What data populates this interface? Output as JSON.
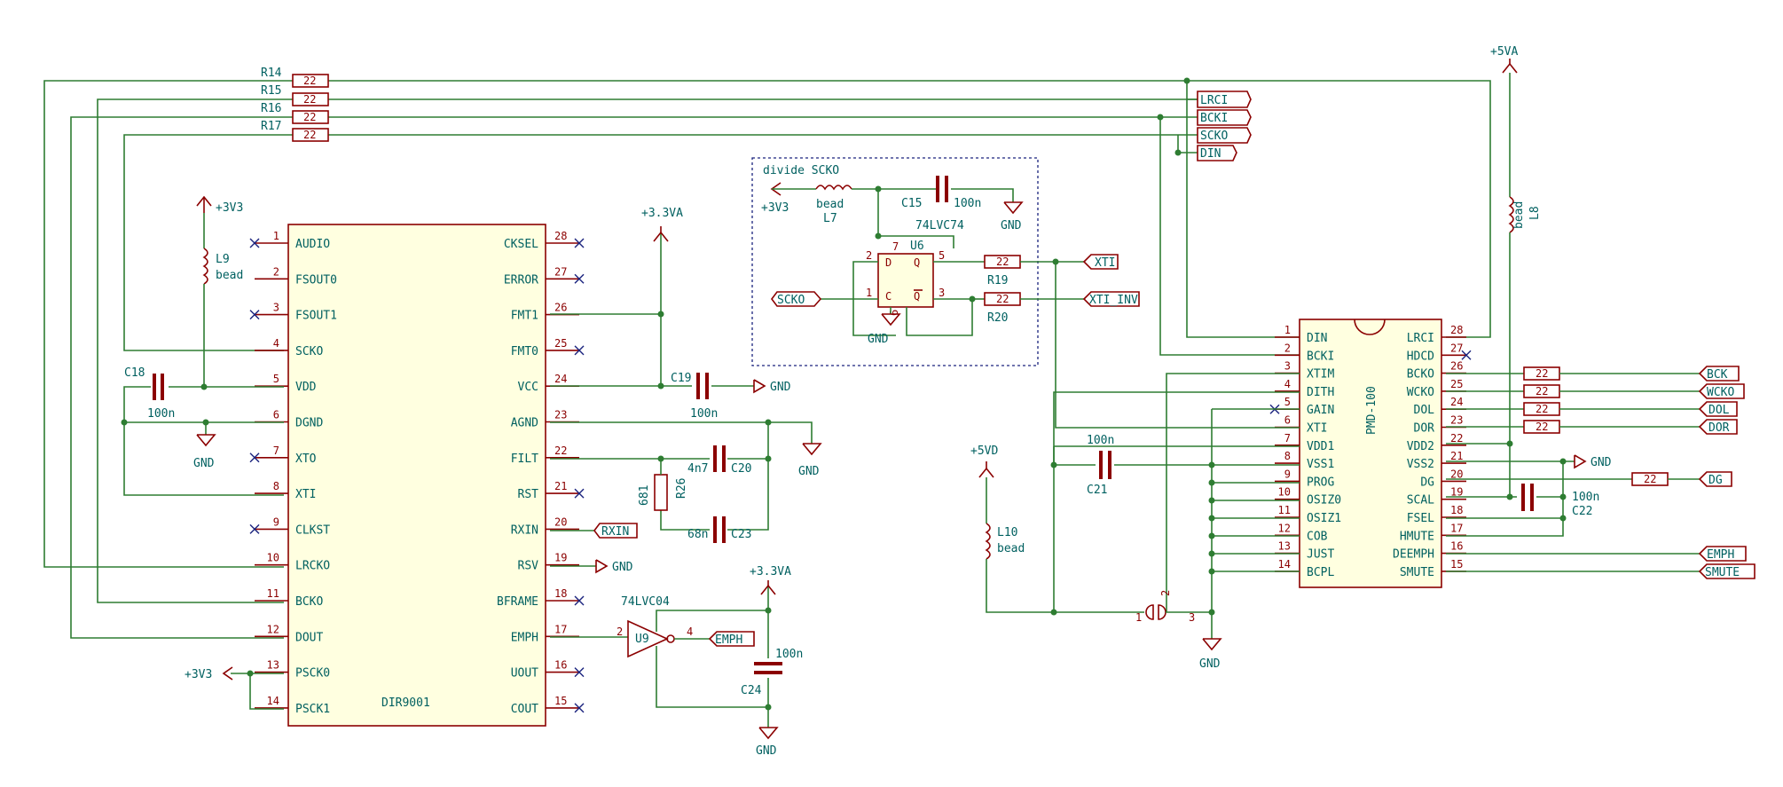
{
  "colors": {
    "wire": "#2e7d32",
    "component": "#8b0000",
    "label": "#006060",
    "frame": "#1a237e"
  },
  "dir": {
    "name": "DIR9001",
    "left_pins": [
      {
        "num": "1",
        "name": "AUDIO",
        "nc": true
      },
      {
        "num": "2",
        "name": "FSOUT0",
        "nc": false
      },
      {
        "num": "3",
        "name": "FSOUT1",
        "nc": true
      },
      {
        "num": "4",
        "name": "SCKO",
        "nc": false
      },
      {
        "num": "5",
        "name": "VDD",
        "nc": false
      },
      {
        "num": "6",
        "name": "DGND",
        "nc": false
      },
      {
        "num": "7",
        "name": "XTO",
        "nc": true
      },
      {
        "num": "8",
        "name": "XTI",
        "nc": false
      },
      {
        "num": "9",
        "name": "CLKST",
        "nc": true
      },
      {
        "num": "10",
        "name": "LRCKO",
        "nc": false
      },
      {
        "num": "11",
        "name": "BCKO",
        "nc": false
      },
      {
        "num": "12",
        "name": "DOUT",
        "nc": false
      },
      {
        "num": "13",
        "name": "PSCK0",
        "nc": false
      },
      {
        "num": "14",
        "name": "PSCK1",
        "nc": false
      }
    ],
    "right_pins": [
      {
        "num": "28",
        "name": "CKSEL",
        "nc": true
      },
      {
        "num": "27",
        "name": "ERROR",
        "nc": true
      },
      {
        "num": "26",
        "name": "FMT1",
        "nc": false
      },
      {
        "num": "25",
        "name": "FMT0",
        "nc": true
      },
      {
        "num": "24",
        "name": "VCC",
        "nc": false
      },
      {
        "num": "23",
        "name": "AGND",
        "nc": false
      },
      {
        "num": "22",
        "name": "FILT",
        "nc": false
      },
      {
        "num": "21",
        "name": "RST",
        "nc": true
      },
      {
        "num": "20",
        "name": "RXIN",
        "nc": false
      },
      {
        "num": "19",
        "name": "RSV",
        "nc": false
      },
      {
        "num": "18",
        "name": "BFRAME",
        "nc": true
      },
      {
        "num": "17",
        "name": "EMPH",
        "nc": false
      },
      {
        "num": "16",
        "name": "UOUT",
        "nc": true
      },
      {
        "num": "15",
        "name": "COUT",
        "nc": true
      }
    ]
  },
  "pmd": {
    "name": "PMD-100",
    "left_pins": [
      {
        "num": "1",
        "name": "DIN",
        "nc": false
      },
      {
        "num": "2",
        "name": "BCKI",
        "nc": false
      },
      {
        "num": "3",
        "name": "XTIM",
        "nc": false
      },
      {
        "num": "4",
        "name": "DITH",
        "nc": false
      },
      {
        "num": "5",
        "name": "GAIN",
        "nc": true
      },
      {
        "num": "6",
        "name": "XTI",
        "nc": false
      },
      {
        "num": "7",
        "name": "VDD1",
        "nc": false
      },
      {
        "num": "8",
        "name": "VSS1",
        "nc": false
      },
      {
        "num": "9",
        "name": "PROG",
        "nc": false
      },
      {
        "num": "10",
        "name": "OSIZ0",
        "nc": false
      },
      {
        "num": "11",
        "name": "OSIZ1",
        "nc": false
      },
      {
        "num": "12",
        "name": "COB",
        "nc": false
      },
      {
        "num": "13",
        "name": "JUST",
        "nc": false
      },
      {
        "num": "14",
        "name": "BCPL",
        "nc": false
      }
    ],
    "right_pins": [
      {
        "num": "28",
        "name": "LRCI",
        "nc": false
      },
      {
        "num": "27",
        "name": "HDCD",
        "nc": true
      },
      {
        "num": "26",
        "name": "BCKO",
        "nc": false
      },
      {
        "num": "25",
        "name": "WCKO",
        "nc": false
      },
      {
        "num": "24",
        "name": "DOL",
        "nc": false
      },
      {
        "num": "23",
        "name": "DOR",
        "nc": false
      },
      {
        "num": "22",
        "name": "VDD2",
        "nc": false
      },
      {
        "num": "21",
        "name": "VSS2",
        "nc": false
      },
      {
        "num": "20",
        "name": "DG",
        "nc": false
      },
      {
        "num": "19",
        "name": "SCAL",
        "nc": false
      },
      {
        "num": "18",
        "name": "FSEL",
        "nc": false
      },
      {
        "num": "17",
        "name": "HMUTE",
        "nc": false
      },
      {
        "num": "16",
        "name": "DEEMPH",
        "nc": false
      },
      {
        "num": "15",
        "name": "SMUTE",
        "nc": false
      }
    ]
  },
  "resistors": {
    "R14": {
      "ref": "R14",
      "value": "22"
    },
    "R15": {
      "ref": "R15",
      "value": "22"
    },
    "R16": {
      "ref": "R16",
      "value": "22"
    },
    "R17": {
      "ref": "R17",
      "value": "22"
    },
    "R19": {
      "ref": "R19",
      "value": "22"
    },
    "R20": {
      "ref": "R20",
      "value": "22"
    },
    "R26": {
      "ref": "R26",
      "value": "681"
    },
    "BCK": {
      "value": "22"
    },
    "WCKO": {
      "value": "22"
    },
    "DOL": {
      "value": "22"
    },
    "DOR": {
      "value": "22"
    },
    "DG": {
      "value": "22"
    }
  },
  "capacitors": {
    "C15": {
      "ref": "C15",
      "value": "100n"
    },
    "C18": {
      "ref": "C18",
      "value": "100n"
    },
    "C19": {
      "ref": "C19",
      "value": "100n"
    },
    "C20": {
      "ref": "C20",
      "value": "4n7"
    },
    "C21": {
      "ref": "C21",
      "value": "100n"
    },
    "C22": {
      "ref": "C22",
      "value": "100n"
    },
    "C23": {
      "ref": "C23",
      "value": "68n"
    },
    "C24": {
      "ref": "C24",
      "value": "100n"
    }
  },
  "inductors": {
    "L7": {
      "ref": "L7",
      "value": "bead"
    },
    "L8": {
      "ref": "L8",
      "value": "bead"
    },
    "L9": {
      "ref": "L9",
      "value": "bead"
    },
    "L10": {
      "ref": "L10",
      "value": "bead"
    }
  },
  "u6": {
    "ref": "U6",
    "value": "74LVC74",
    "pin_d": "D",
    "pin_c": "C",
    "pin_q": "Q",
    "pin_qb": "Q"
  },
  "u9": {
    "ref": "U9",
    "value": "74LVC04"
  },
  "frame_label": "divide SCKO",
  "power": {
    "v33a": "+3.3VA",
    "v33": "+3V3",
    "v5a": "+5VA",
    "v5d": "+5VD",
    "gnd": "GND"
  },
  "net_labels": {
    "lrci": "LRCI",
    "bcki": "BCKI",
    "scko": "SCKO",
    "din": "DIN",
    "xti": "XTI",
    "xti_inv": "XTI_INV",
    "rxin": "RXIN",
    "emph": "EMPH",
    "bck": "BCK",
    "wcko": "WCKO",
    "dol": "DOL",
    "dor": "DOR",
    "dg": "DG",
    "smute": "SMUTE"
  },
  "pin_numbers": {
    "u6": {
      "d": "2",
      "c": "1",
      "q": "5",
      "qb": "3",
      "vcc": "7",
      "gnd": "6"
    },
    "u9": {
      "in": "2",
      "out": "4"
    },
    "jumper": {
      "a": "1",
      "b": "2",
      "c": "3"
    }
  }
}
